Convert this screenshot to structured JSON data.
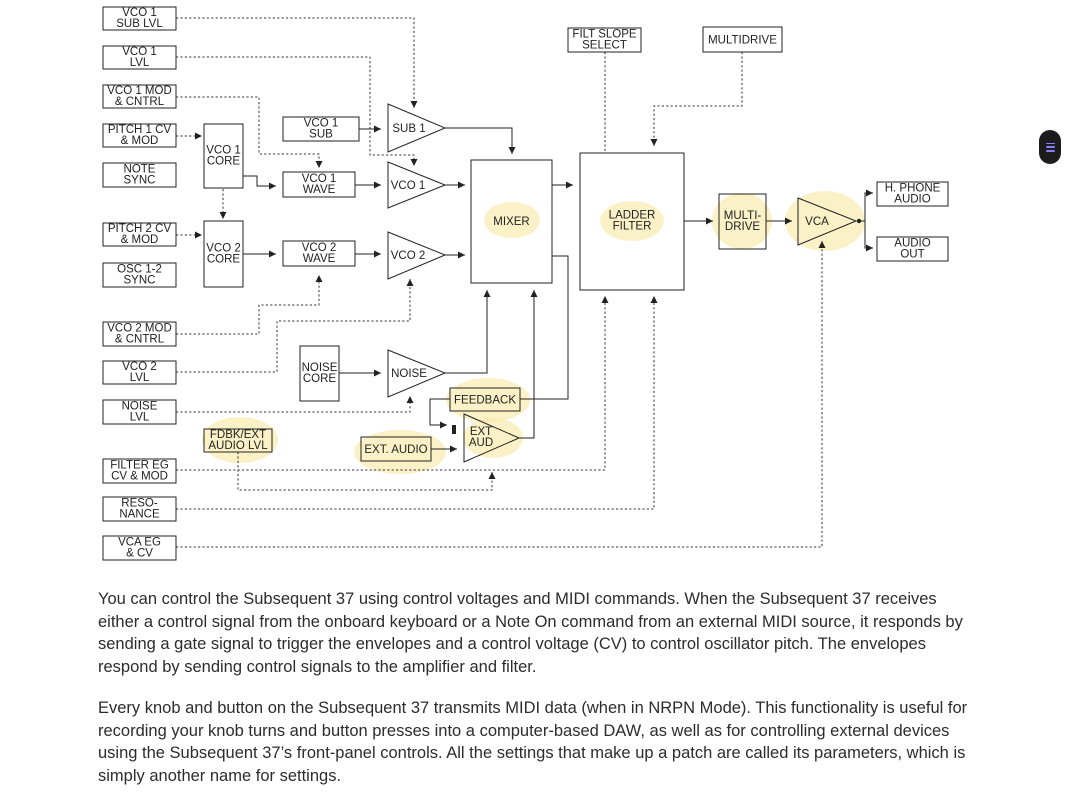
{
  "diagram": {
    "blocks": [
      {
        "id": "vco1-sub-lvl",
        "lines": [
          "VCO 1",
          "SUB LVL"
        ]
      },
      {
        "id": "vco1-lvl",
        "lines": [
          "VCO 1",
          "LVL"
        ]
      },
      {
        "id": "vco1-mod-cntrl",
        "lines": [
          "VCO 1  MOD",
          "& CNTRL"
        ]
      },
      {
        "id": "pitch1-cv-mod",
        "lines": [
          "PITCH 1 CV",
          "& MOD"
        ]
      },
      {
        "id": "note-sync",
        "lines": [
          "NOTE",
          "SYNC"
        ]
      },
      {
        "id": "pitch2-cv-mod",
        "lines": [
          "PITCH 2 CV",
          "& MOD"
        ]
      },
      {
        "id": "osc12-sync",
        "lines": [
          "OSC 1-2",
          "SYNC"
        ]
      },
      {
        "id": "vco2-mod-cntrl",
        "lines": [
          "VCO 2 MOD",
          "& CNTRL"
        ]
      },
      {
        "id": "vco2-lvl",
        "lines": [
          "VCO 2",
          "LVL"
        ]
      },
      {
        "id": "noise-lvl",
        "lines": [
          "NOISE",
          "LVL"
        ]
      },
      {
        "id": "filter-eg-cv-mod",
        "lines": [
          "FILTER EG",
          "CV & MOD"
        ]
      },
      {
        "id": "resonance",
        "lines": [
          "RESO-",
          "NANCE"
        ]
      },
      {
        "id": "vca-eg-cv",
        "lines": [
          "VCA EG",
          "& CV"
        ]
      },
      {
        "id": "vco1-core",
        "lines": [
          "VCO 1",
          "CORE"
        ]
      },
      {
        "id": "vco2-core",
        "lines": [
          "VCO 2",
          "CORE"
        ]
      },
      {
        "id": "vco1-sub",
        "lines": [
          "VCO 1",
          "SUB"
        ]
      },
      {
        "id": "vco1-wave",
        "lines": [
          "VCO 1",
          "WAVE"
        ]
      },
      {
        "id": "vco2-wave",
        "lines": [
          "VCO 2",
          "WAVE"
        ]
      },
      {
        "id": "noise-core",
        "lines": [
          "NOISE",
          "CORE"
        ]
      },
      {
        "id": "fdbk-ext-audio-lvl",
        "lines": [
          "FDBK/EXT",
          "AUDIO LVL"
        ]
      },
      {
        "id": "ext-audio",
        "lines": [
          "EXT. AUDIO"
        ]
      },
      {
        "id": "feedback",
        "lines": [
          "FEEDBACK"
        ]
      },
      {
        "id": "mixer",
        "lines": [
          "MIXER"
        ]
      },
      {
        "id": "filt-slope-select",
        "lines": [
          "FILT SLOPE",
          "SELECT"
        ]
      },
      {
        "id": "multidrive-top",
        "lines": [
          "MULTIDRIVE"
        ]
      },
      {
        "id": "ladder-filter",
        "lines": [
          "LADDER",
          "FILTER"
        ]
      },
      {
        "id": "multi-drive",
        "lines": [
          "MULTI-",
          "DRIVE"
        ]
      },
      {
        "id": "h-phone-audio",
        "lines": [
          "H. PHONE",
          "AUDIO"
        ]
      },
      {
        "id": "audio-out",
        "lines": [
          "AUDIO",
          "OUT"
        ]
      }
    ],
    "amps": [
      {
        "id": "sub1",
        "lines": [
          "SUB 1"
        ]
      },
      {
        "id": "vco1",
        "lines": [
          "VCO 1"
        ]
      },
      {
        "id": "vco2",
        "lines": [
          "VCO 2"
        ]
      },
      {
        "id": "noise",
        "lines": [
          "NOISE"
        ]
      },
      {
        "id": "ext-aud",
        "lines": [
          "EXT",
          "AUD"
        ]
      },
      {
        "id": "vca",
        "lines": [
          "VCA"
        ]
      }
    ]
  },
  "text": {
    "paragraph1": "You can control the Subsequent 37 using control voltages and MIDI commands. When the Subsequent 37 receives either a control signal from the onboard keyboard or a Note On command from an external MIDI source, it responds by sending a gate signal to trigger the envelopes and a control voltage (CV) to control oscillator pitch. The envelopes respond by sending control signals to the amplifier and filter.",
    "paragraph2": "Every knob and button on the Subsequent 37 transmits MIDI data (when in NRPN Mode). This functionality is useful for recording your knob turns and button presses into a computer-based DAW, as well as for controlling external devices using the Subsequent 37’s front-panel controls. All the settings that make up a patch are called its parameters, which is simply another name for settings."
  },
  "colors": {
    "highlight": "#f8e7a2",
    "stroke": "#222222",
    "text": "#2c2c2c",
    "scroll_icon": "#8a7cff"
  },
  "icons": {
    "scroll": "hamburger-icon"
  }
}
